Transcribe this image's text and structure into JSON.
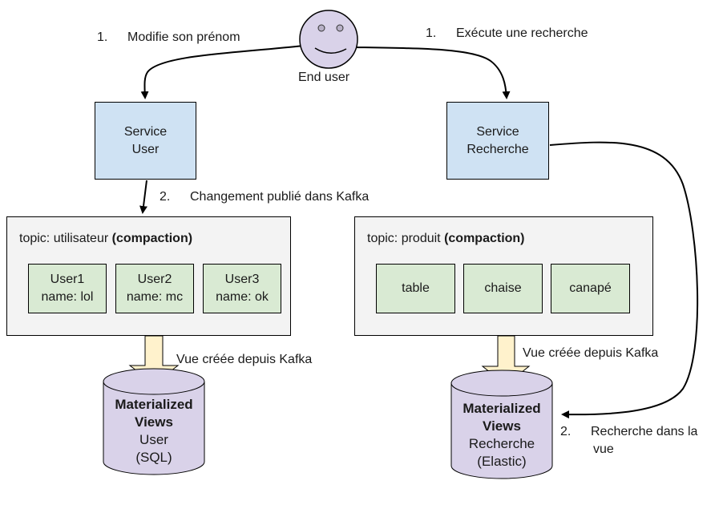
{
  "actor": {
    "label": "End user",
    "icon": "smiley-face-icon"
  },
  "edges": {
    "left_step": {
      "num": "1.",
      "text": "Modifie son prénom"
    },
    "right_step": {
      "num": "1.",
      "text": "Exécute une recherche"
    },
    "publish_step": {
      "num": "2.",
      "text": "Changement publié dans Kafka"
    },
    "view_left": "Vue créée depuis Kafka",
    "view_right": "Vue créée depuis Kafka",
    "search_step": {
      "num": "2.",
      "text_line1": "Recherche dans la",
      "text_line2": "vue"
    }
  },
  "services": {
    "user": {
      "line1": "Service",
      "line2": "User"
    },
    "search": {
      "line1": "Service",
      "line2": "Recherche"
    }
  },
  "topics": {
    "user": {
      "prefix": "topic: utilisateur ",
      "suffix": "(compaction)",
      "records": [
        {
          "line1": "User1",
          "line2": "name: lol"
        },
        {
          "line1": "User2",
          "line2": "name: mc"
        },
        {
          "line1": "User3",
          "line2": "name: ok"
        }
      ]
    },
    "product": {
      "prefix": "topic: produit ",
      "suffix": "(compaction)",
      "records": [
        {
          "line1": "table"
        },
        {
          "line1": "chaise"
        },
        {
          "line1": "canapé"
        }
      ]
    }
  },
  "databases": {
    "user": {
      "bold1": "Materialized",
      "bold2": "Views",
      "line3": "User",
      "line4": "(SQL)"
    },
    "search": {
      "bold1": "Materialized",
      "bold2": "Views",
      "line3": "Recherche",
      "line4": "(Elastic)"
    }
  },
  "colors": {
    "service": "#cfe2f3",
    "topic": "#f3f3f3",
    "record": "#d9ead3",
    "database": "#d9d2e9",
    "arrow_fill": "#fff2cc",
    "actor": "#d9d2e9"
  }
}
